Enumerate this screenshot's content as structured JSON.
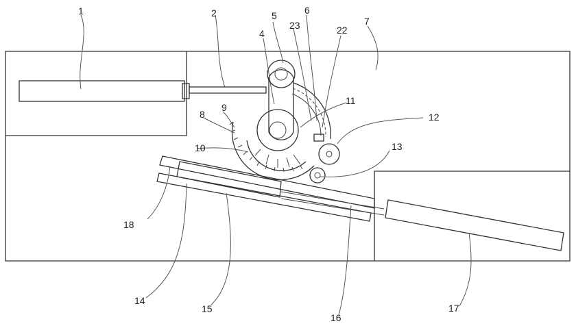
{
  "labels": {
    "l1": "1",
    "l2": "2",
    "l4": "4",
    "l5": "5",
    "l6": "6",
    "l7": "7",
    "l8": "8",
    "l9": "9",
    "l10": "10",
    "l11": "11",
    "l12": "12",
    "l13": "13",
    "l14": "14",
    "l15": "15",
    "l16": "16",
    "l17": "17",
    "l18": "18",
    "l22": "22",
    "l23": "23"
  }
}
